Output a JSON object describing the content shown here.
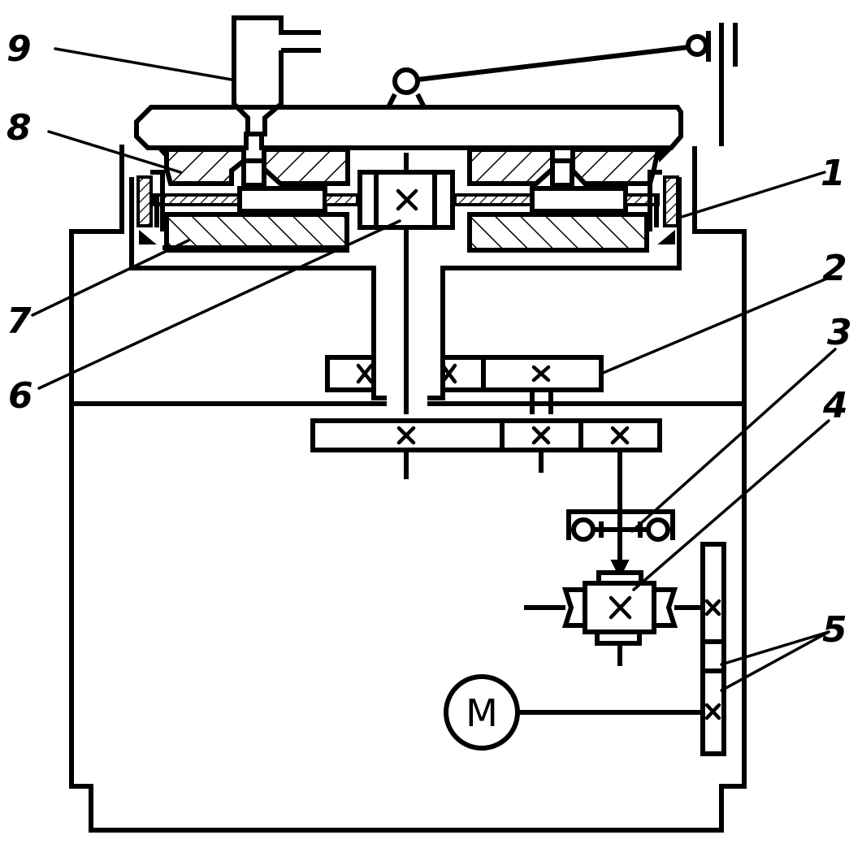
{
  "callouts": {
    "c1": "1",
    "c2": "2",
    "c3": "3",
    "c4": "4",
    "c5": "5",
    "c6": "6",
    "c7": "7",
    "c8": "8",
    "c9": "9"
  },
  "motor_label": "M",
  "colors": {
    "ink": "#000000",
    "paper": "#ffffff"
  }
}
